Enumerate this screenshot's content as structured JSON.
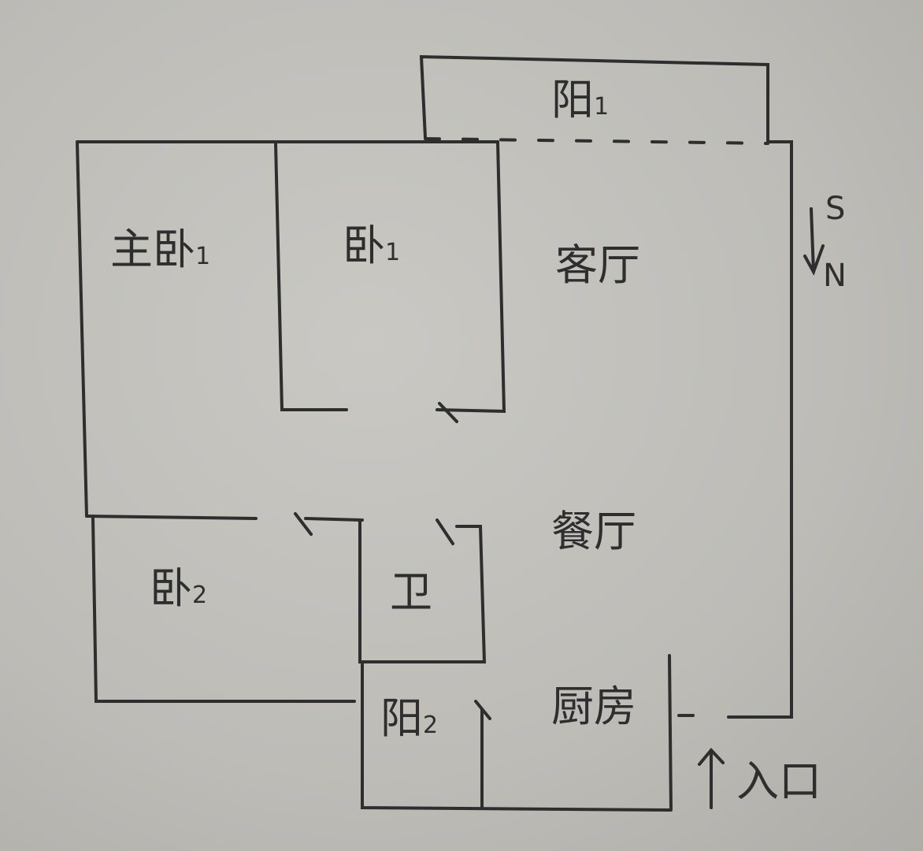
{
  "rooms": {
    "balcony1": {
      "label": "阳",
      "sub": "1"
    },
    "master_bedroom": {
      "label": "主卧",
      "sub": "1"
    },
    "bedroom1": {
      "label": "卧",
      "sub": "1"
    },
    "living_room": {
      "label": "客厅"
    },
    "dining_room": {
      "label": "餐厅"
    },
    "bedroom2": {
      "label": "卧",
      "sub": "2"
    },
    "bathroom": {
      "label": "卫"
    },
    "balcony2": {
      "label": "阳",
      "sub": "2"
    },
    "kitchen": {
      "label": "厨房"
    }
  },
  "compass": {
    "top": "S",
    "bottom": "N"
  },
  "entrance": {
    "arrow": "↑",
    "label": "入口"
  },
  "colors": {
    "paper": "#c4c3be",
    "ink": "#2e2e2e"
  }
}
